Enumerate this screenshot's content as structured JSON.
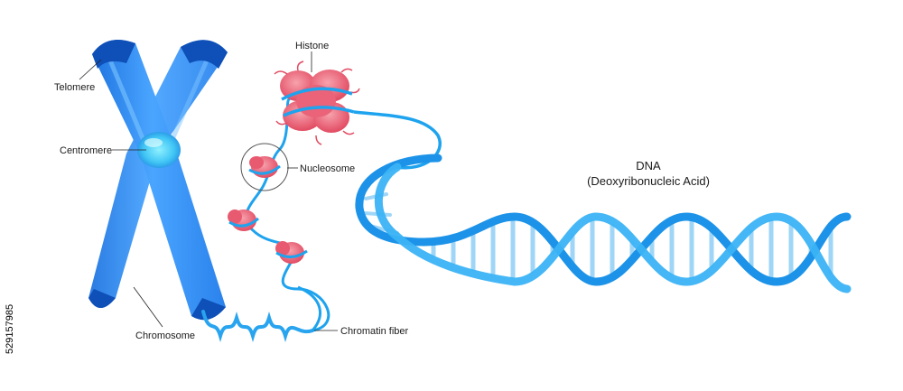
{
  "labels": {
    "telomere": "Telomere",
    "centromere": "Centromere",
    "chromosome": "Chromosome",
    "histone": "Histone",
    "nucleosome": "Nucleosome",
    "chromatin_fiber": "Chromatin fiber",
    "dna_title": "DNA",
    "dna_subtitle": "(Deoxyribonucleic Acid)"
  },
  "watermark_id": "529157985",
  "colors": {
    "chromosome": "#2f8bf0",
    "chromosome_light": "#5fb2ff",
    "telomere": "#0e4fb8",
    "centromere": "#6fe0ff",
    "histone": "#e9596e",
    "histone_light": "#f58a98",
    "dna_strand": "#1ea3ee",
    "dna_rung": "#9fd6f7"
  }
}
